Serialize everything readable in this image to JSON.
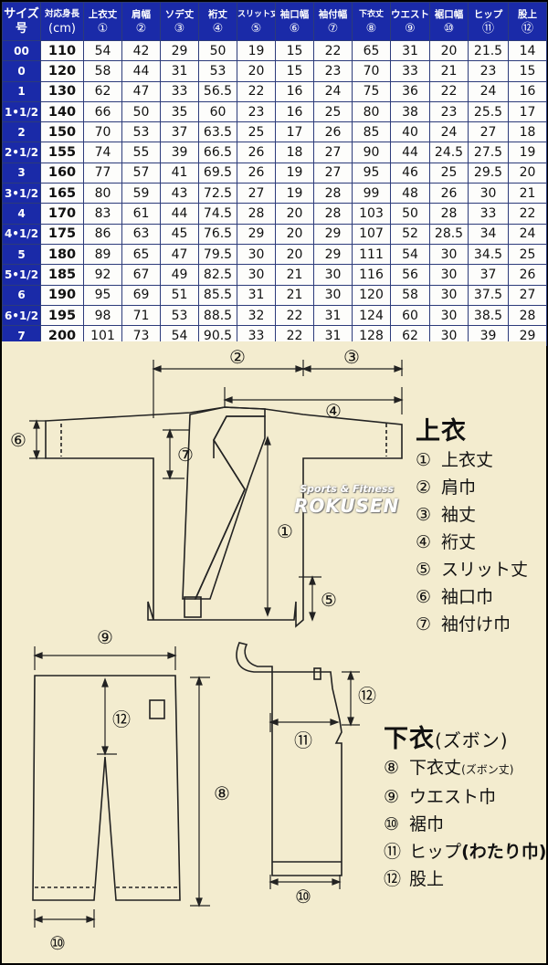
{
  "table": {
    "header_first": [
      "サイズ",
      "号"
    ],
    "headers": [
      {
        "label": "対応身長",
        "sub": "(cm)"
      },
      {
        "label": "上衣丈",
        "sub": "①"
      },
      {
        "label": "肩幅",
        "sub": "②"
      },
      {
        "label": "ソデ丈",
        "sub": "③"
      },
      {
        "label": "裄丈",
        "sub": "④"
      },
      {
        "label": "スリット丈",
        "sub": "⑤"
      },
      {
        "label": "袖口幅",
        "sub": "⑥"
      },
      {
        "label": "袖付幅",
        "sub": "⑦"
      },
      {
        "label": "下衣丈",
        "sub": "⑧"
      },
      {
        "label": "ウエスト幅",
        "sub": "⑨"
      },
      {
        "label": "裾口幅",
        "sub": "⑩"
      },
      {
        "label": "ヒップ",
        "sub": "⑪"
      },
      {
        "label": "股上",
        "sub": "⑫"
      }
    ],
    "rows": [
      {
        "size": "00",
        "cells": [
          "110",
          "54",
          "42",
          "29",
          "50",
          "19",
          "15",
          "22",
          "65",
          "31",
          "20",
          "21.5",
          "14"
        ]
      },
      {
        "size": "0",
        "cells": [
          "120",
          "58",
          "44",
          "31",
          "53",
          "20",
          "15",
          "23",
          "70",
          "33",
          "21",
          "23",
          "15"
        ]
      },
      {
        "size": "1",
        "cells": [
          "130",
          "62",
          "47",
          "33",
          "56.5",
          "22",
          "16",
          "24",
          "75",
          "36",
          "22",
          "24",
          "16"
        ]
      },
      {
        "size": "1•1/2",
        "cells": [
          "140",
          "66",
          "50",
          "35",
          "60",
          "23",
          "16",
          "25",
          "80",
          "38",
          "23",
          "25.5",
          "17"
        ]
      },
      {
        "size": "2",
        "cells": [
          "150",
          "70",
          "53",
          "37",
          "63.5",
          "25",
          "17",
          "26",
          "85",
          "40",
          "24",
          "27",
          "18"
        ]
      },
      {
        "size": "2•1/2",
        "cells": [
          "155",
          "74",
          "55",
          "39",
          "66.5",
          "26",
          "18",
          "27",
          "90",
          "44",
          "24.5",
          "27.5",
          "19"
        ]
      },
      {
        "size": "3",
        "cells": [
          "160",
          "77",
          "57",
          "41",
          "69.5",
          "26",
          "19",
          "27",
          "95",
          "46",
          "25",
          "29.5",
          "20"
        ]
      },
      {
        "size": "3•1/2",
        "cells": [
          "165",
          "80",
          "59",
          "43",
          "72.5",
          "27",
          "19",
          "28",
          "99",
          "48",
          "26",
          "30",
          "21"
        ]
      },
      {
        "size": "4",
        "cells": [
          "170",
          "83",
          "61",
          "44",
          "74.5",
          "28",
          "20",
          "28",
          "103",
          "50",
          "28",
          "33",
          "22"
        ]
      },
      {
        "size": "4•1/2",
        "cells": [
          "175",
          "86",
          "63",
          "45",
          "76.5",
          "29",
          "20",
          "29",
          "107",
          "52",
          "28.5",
          "34",
          "24"
        ]
      },
      {
        "size": "5",
        "cells": [
          "180",
          "89",
          "65",
          "47",
          "79.5",
          "30",
          "20",
          "29",
          "111",
          "54",
          "30",
          "34.5",
          "25"
        ]
      },
      {
        "size": "5•1/2",
        "cells": [
          "185",
          "92",
          "67",
          "49",
          "82.5",
          "30",
          "21",
          "30",
          "116",
          "56",
          "30",
          "37",
          "26"
        ]
      },
      {
        "size": "6",
        "cells": [
          "190",
          "95",
          "69",
          "51",
          "85.5",
          "31",
          "21",
          "30",
          "120",
          "58",
          "30",
          "37.5",
          "27"
        ]
      },
      {
        "size": "6•1/2",
        "cells": [
          "195",
          "98",
          "71",
          "53",
          "88.5",
          "32",
          "22",
          "31",
          "124",
          "60",
          "30",
          "38.5",
          "28"
        ]
      },
      {
        "size": "7",
        "cells": [
          "200",
          "101",
          "73",
          "54",
          "90.5",
          "33",
          "22",
          "31",
          "128",
          "62",
          "30",
          "39",
          "29"
        ]
      }
    ]
  },
  "diagram": {
    "markers": {
      "m1": "①",
      "m2": "②",
      "m3": "③",
      "m4": "④",
      "m5": "⑤",
      "m6": "⑥",
      "m7": "⑦",
      "m8": "⑧",
      "m9": "⑨",
      "m10": "⑩",
      "m11": "⑪",
      "m12": "⑫"
    }
  },
  "legend_top": {
    "title": "上衣",
    "items": [
      {
        "num": "①",
        "label": "上衣丈"
      },
      {
        "num": "②",
        "label": "肩巾"
      },
      {
        "num": "③",
        "label": "袖丈"
      },
      {
        "num": "④",
        "label": "裄丈"
      },
      {
        "num": "⑤",
        "label": "スリット丈"
      },
      {
        "num": "⑥",
        "label": "袖口巾"
      },
      {
        "num": "⑦",
        "label": "袖付け巾"
      }
    ]
  },
  "legend_bottom": {
    "title": "下衣",
    "title_sub": "(ズボン)",
    "items": [
      {
        "num": "⑧",
        "label": "下衣丈",
        "sub": "(ズボン丈)"
      },
      {
        "num": "⑨",
        "label": "ウエスト巾"
      },
      {
        "num": "⑩",
        "label": "裾巾"
      },
      {
        "num": "⑪",
        "label": "ヒップ",
        "bold": "(わたり巾)"
      },
      {
        "num": "⑫",
        "label": "股上"
      }
    ]
  },
  "watermark": {
    "top": "Sports & Fitness",
    "main": "ROKUSEN"
  },
  "colors": {
    "header_bg": "#1a2aa8",
    "panel_bg": "#f3eccf",
    "line": "#222222"
  }
}
